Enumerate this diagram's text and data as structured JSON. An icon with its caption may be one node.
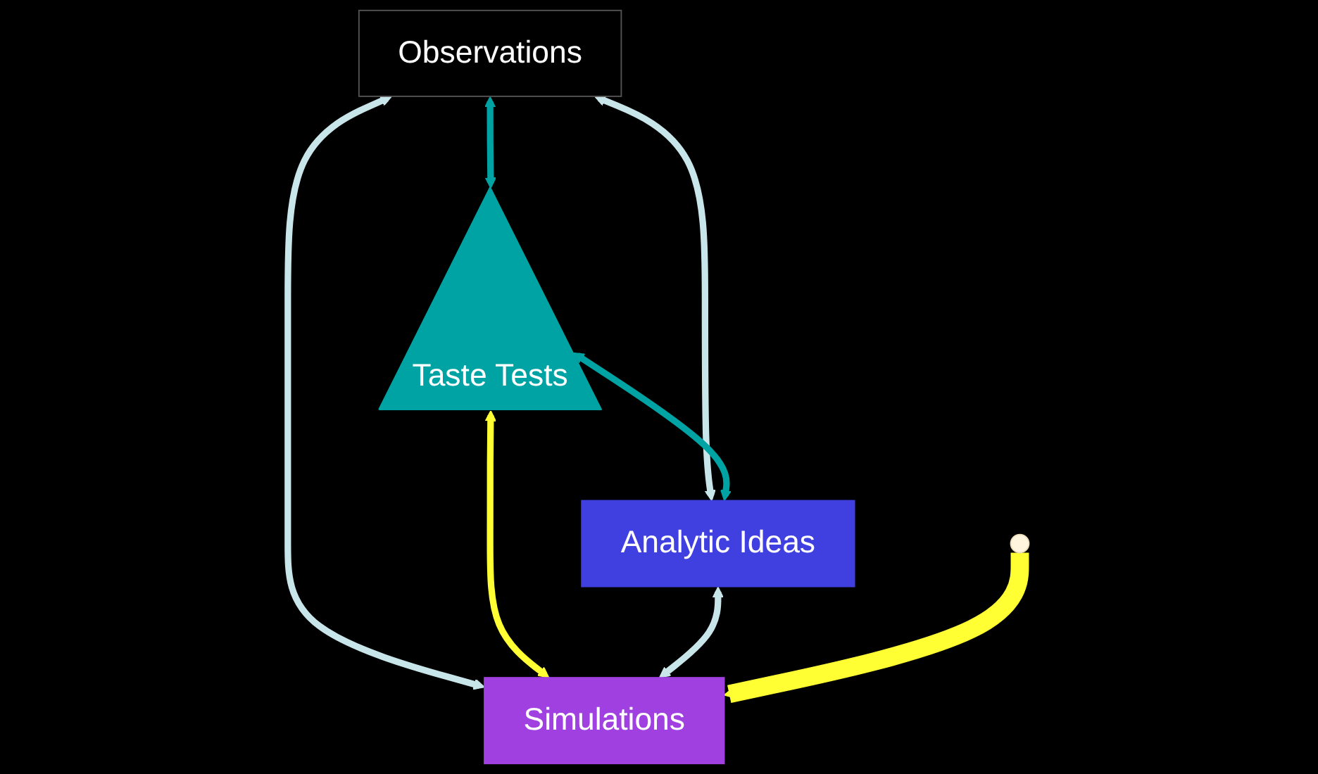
{
  "diagram": {
    "nodes": [
      {
        "text": [
          "Observations"
        ]
      },
      {
        "text": [
          "Taste Tests"
        ]
      },
      {
        "text": [
          "Analytic Ideas"
        ]
      },
      {
        "text": [
          "Simulations"
        ]
      }
    ],
    "edges": [
      {
        "from": 0,
        "to": 1,
        "arrow": "both",
        "color": "#00a3a3"
      },
      {
        "from": 0,
        "to": 2,
        "arrow": "both"
      },
      {
        "from": 0,
        "to": 3,
        "arrow": "both"
      },
      {
        "from": 1,
        "to": 2,
        "arrow": "both",
        "color": "#00a3a3"
      },
      {
        "from": 1,
        "to": 3,
        "arrow": "both",
        "color": "#ffff33"
      },
      {
        "from": 2,
        "to": 3,
        "arrow": "both"
      },
      {
        "from": null,
        "to": 3,
        "arrow": "to",
        "style": "thick",
        "color": "#ffff33"
      }
    ]
  }
}
